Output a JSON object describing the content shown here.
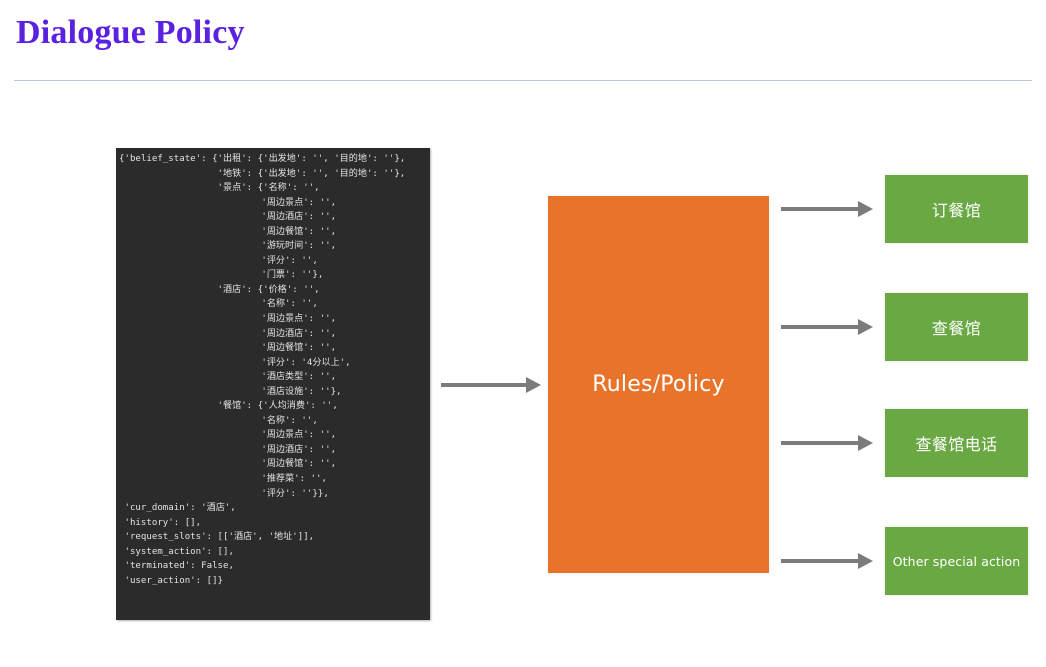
{
  "header": {
    "title": "Dialogue Policy",
    "title_color": "#5b21e0",
    "divider_color": "#b9c7e3"
  },
  "code_panel": {
    "background": "#2b2b2b",
    "text_color": "#e3e3e3",
    "content": "{'belief_state': {'出租': {'出发地': '', '目的地': ''},\n                  '地铁': {'出发地': '', '目的地': ''},\n                  '景点': {'名称': '',\n                          '周边景点': '',\n                          '周边酒店': '',\n                          '周边餐馆': '',\n                          '游玩时间': '',\n                          '评分': '',\n                          '门票': ''},\n                  '酒店': {'价格': '',\n                          '名称': '',\n                          '周边景点': '',\n                          '周边酒店': '',\n                          '周边餐馆': '',\n                          '评分': '4分以上',\n                          '酒店类型': '',\n                          '酒店设施': ''},\n                  '餐馆': {'人均消费': '',\n                          '名称': '',\n                          '周边景点': '',\n                          '周边酒店': '',\n                          '周边餐馆': '',\n                          '推荐菜': '',\n                          '评分': ''}},\n 'cur_domain': '酒店',\n 'history': [],\n 'request_slots': [['酒店', '地址']],\n 'system_action': [],\n 'terminated': False,\n 'user_action': []}"
  },
  "policy": {
    "label": "Rules/Policy",
    "color": "#e8742c",
    "text_color": "#ffffff"
  },
  "arrows": {
    "color": "#7b7b7b",
    "count_out": 4
  },
  "actions": {
    "color": "#6aa844",
    "text_color": "#ffffff",
    "items": [
      {
        "label": "订餐馆"
      },
      {
        "label": "查餐馆"
      },
      {
        "label": "查餐馆电话"
      },
      {
        "label": "Other special action"
      }
    ]
  }
}
